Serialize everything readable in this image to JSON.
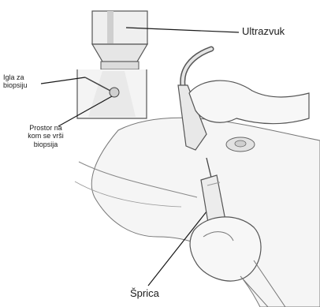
{
  "labels": {
    "ultrasound": "Ultrazvuk",
    "biopsy_needle": {
      "line1": "Igla za",
      "line2": "biopsiju"
    },
    "biopsy_site": {
      "line1": "Prostor na",
      "line2": "kom se vrši",
      "line3": "biopsija"
    },
    "syringe": "Šprica"
  },
  "colors": {
    "line": "#1a1a1a",
    "skin_fill": "#f2f2f2",
    "shade": "#d9d9d9"
  }
}
